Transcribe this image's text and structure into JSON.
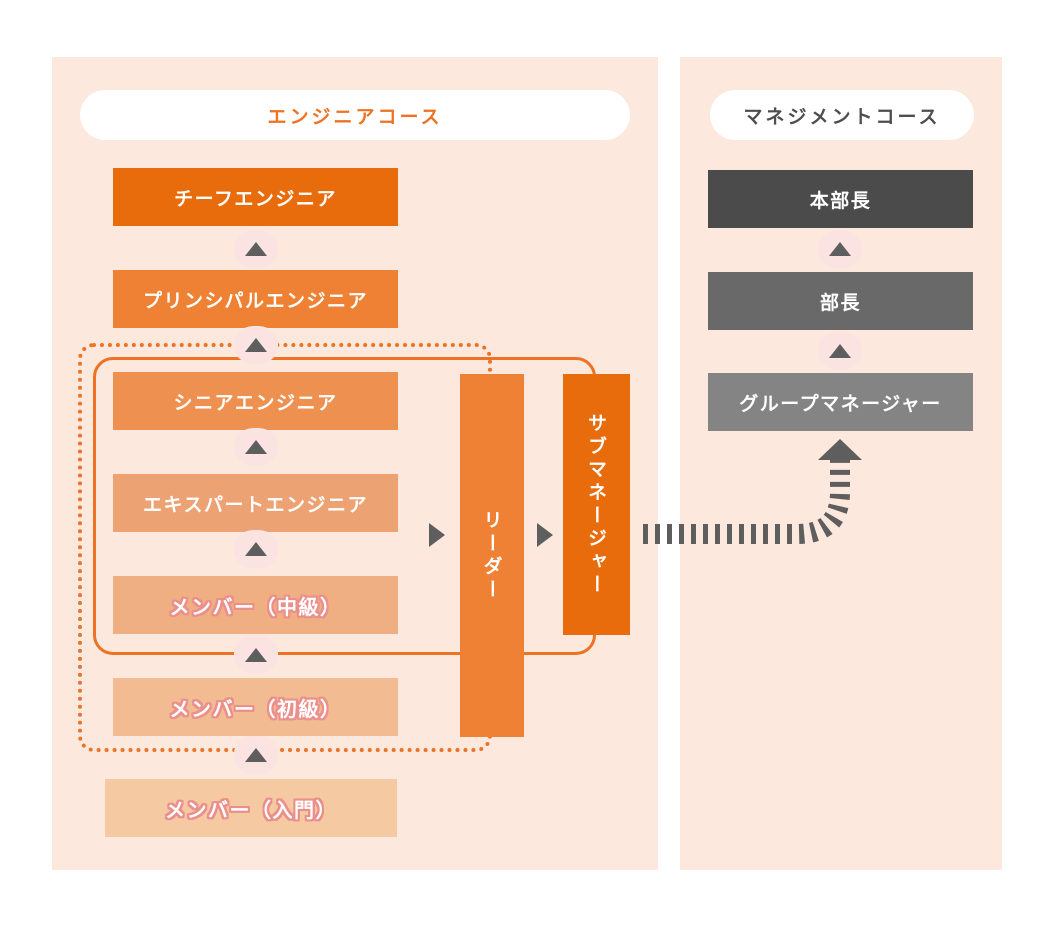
{
  "engineer_course": {
    "title": "エンジニアコース",
    "levels": [
      {
        "name": "チーフエンジニア"
      },
      {
        "name": "プリンシパルエンジニア"
      },
      {
        "name": "シニアエンジニア"
      },
      {
        "name": "エキスパートエンジニア"
      },
      {
        "name": "メンバー（中級）"
      },
      {
        "name": "メンバー（初級）"
      },
      {
        "name": "メンバー（入門）"
      }
    ],
    "roles": {
      "leader": "リーダー",
      "sub_manager": "サブマネージャー"
    }
  },
  "management_course": {
    "title": "マネジメントコース",
    "levels": [
      {
        "name": "本部長"
      },
      {
        "name": "部長"
      },
      {
        "name": "グループマネージャー"
      }
    ]
  },
  "colors": {
    "panel_bg": "#fce8dc",
    "accent_orange": "#ed7224",
    "chief_box": "#e96c0c",
    "principal_box": "#ee8133",
    "senior_box": "#ed9050",
    "expert_box": "#eda273",
    "member_mid_box": "#f0af83",
    "member_beginner_box": "#f2bb92",
    "member_entry_box": "#f5c9a2",
    "leader_box": "#ee8133",
    "sub_manager_box": "#e96c0c",
    "mgmt_level1_box": "#4b4b4b",
    "mgmt_level2_box": "#696969",
    "mgmt_level3_box": "#848484",
    "arrow_gray": "#5e5e5e",
    "arrow_halo_pink": "#fbe3e1",
    "member_text_outline": "#eb8f8b"
  }
}
